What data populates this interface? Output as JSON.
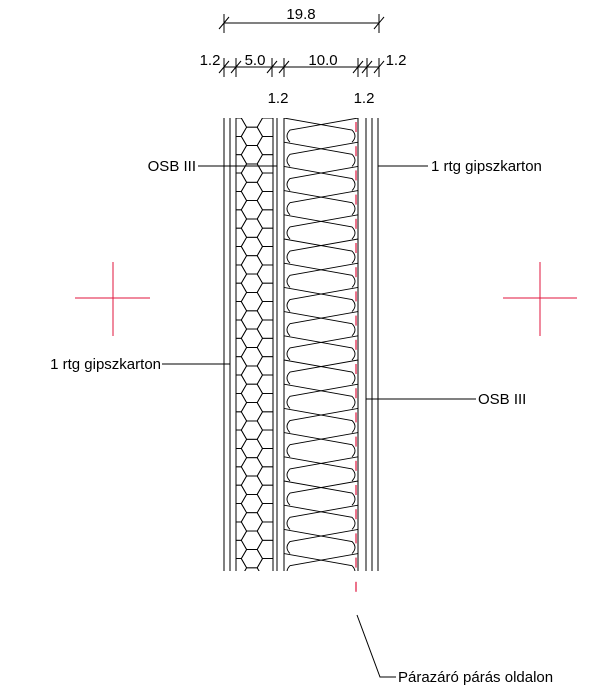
{
  "colors": {
    "line": "#000000",
    "membrane": "#e0143c",
    "crosshair": "#e0143c",
    "background": "#ffffff"
  },
  "dimensions": {
    "total": "19.8",
    "left_outer": "1.2",
    "insulation_small": "5.0",
    "insulation_main": "10.0",
    "right_outer": "1.2",
    "left_inner": "1.2",
    "right_inner": "1.2"
  },
  "labels": {
    "osb_left": "OSB III",
    "gips_right": "1 rtg gipszkarton",
    "gips_left": "1 rtg gipszkarton",
    "osb_right": "OSB III",
    "vapor_barrier": "Párazáró párás oldalon"
  },
  "icons": {
    "left_marker": "crosshair-icon",
    "right_marker": "crosshair-icon"
  }
}
